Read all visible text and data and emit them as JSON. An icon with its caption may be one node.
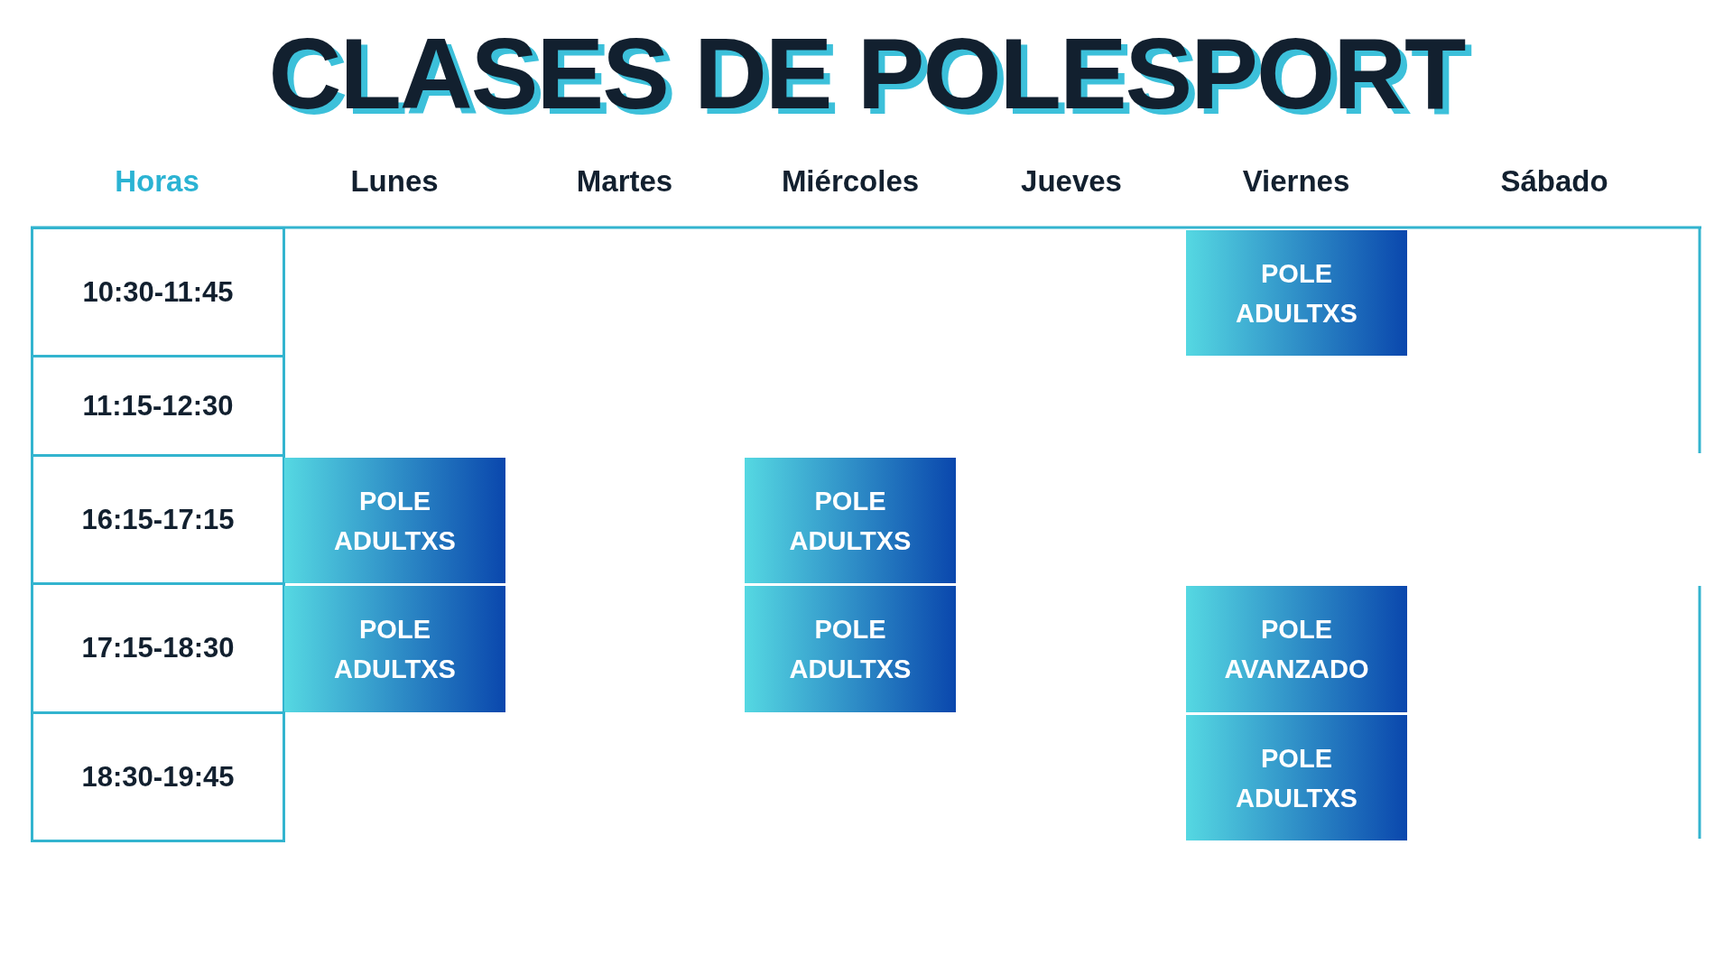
{
  "diagram": {
    "title": "CLASES DE POLESPORT",
    "nodes": [
      {
        "text": [
          "10:30-11:45"
        ]
      },
      {
        "text": [
          "POLE ADULTXS"
        ]
      },
      {
        "text": [
          "11:15-12:30"
        ]
      },
      {
        "text": [
          "16:15-17:15"
        ]
      },
      {
        "text": [
          "POLE ADULTXS"
        ]
      },
      {
        "text": [
          "POLE ADULTXS"
        ]
      },
      {
        "text": [
          "17:15-18:30"
        ]
      },
      {
        "text": [
          "POLE ADULTXS"
        ]
      },
      {
        "text": [
          "POLE ADULTXS"
        ]
      },
      {
        "text": [
          "POLE AVANZADO"
        ]
      },
      {
        "text": [
          "18:30-19:45"
        ]
      },
      {
        "text": [
          "POLE ADULTXS"
        ]
      }
    ],
    "edges": [],
    "labels": [
      "Horas",
      "Lunes",
      "Martes",
      "Miércoles",
      "Jueves",
      "Viernes",
      "Sábado"
    ]
  }
}
